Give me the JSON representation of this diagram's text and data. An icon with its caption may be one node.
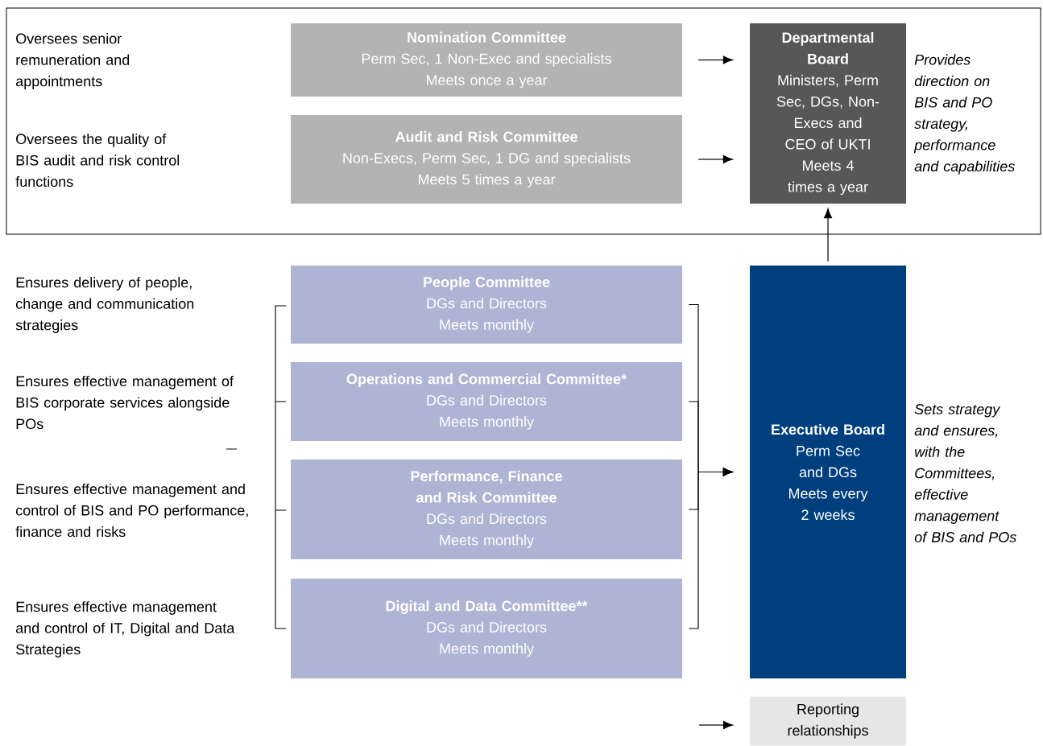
{
  "diagram": {
    "nodes": [
      {
        "text": [],
        "shape": "box"
      },
      {
        "text": [
          "Nomination Committee",
          "Perm Sec, 1 Non-Exec and specialists",
          "Meets once a year"
        ],
        "in": 0
      },
      {
        "text": [
          "Audit and Risk Committee",
          "Non-Execs, Perm Sec, 1 DG and specialists",
          "Meets 5 times a year"
        ],
        "in": 0
      },
      {
        "text": [
          "Departmental Board",
          "Ministers, Perm Sec, DGs, Non-Execs and CEO of UKTI",
          "Meets 4 times a year"
        ],
        "in": 0,
        "beside": [
          "Provides direction on BIS and PO strategy, performance and capabilities"
        ]
      },
      {
        "text": [
          "People Committee",
          "DGs and Directors",
          "Meets monthly"
        ]
      },
      {
        "text": [
          "Operations and Commercial Committee*",
          "DGs and Directors",
          "Meets monthly"
        ]
      },
      {
        "text": [
          "Performance, Finance and Risk Committee",
          "DGs and Directors",
          "Meets monthly"
        ]
      },
      {
        "text": [
          "Digital and Data Committee**",
          "DGs and Directors",
          "Meets monthly"
        ]
      },
      {
        "text": [
          "Executive Board",
          "Perm Sec and DGs",
          "Meets every 2 weeks"
        ],
        "beside": [
          "Sets strategy and ensures, with the Committees, effective management of BIS and POs"
        ]
      }
    ],
    "edges": [
      {
        "from": 1,
        "to": 3,
        "arrow": "to"
      },
      {
        "from": 2,
        "to": 3,
        "arrow": "to"
      },
      {
        "from": 8,
        "to": 3,
        "arrow": "to"
      },
      {
        "from": 4,
        "to": 8,
        "arrow": "to"
      },
      {
        "from": 5,
        "to": 8,
        "arrow": "to"
      },
      {
        "from": 6,
        "to": 8,
        "arrow": "to"
      },
      {
        "from": 7,
        "to": 8,
        "arrow": "to"
      }
    ],
    "labels": [
      "Oversees senior remuneration and appointments",
      "Oversees the quality of BIS audit and risk control functions",
      "Ensures delivery of people, change and communication strategies",
      "Ensures effective management of BIS corporate services alongside POs",
      "Ensures effective management and control of BIS and PO performance, finance and risks",
      "Ensures effective management and control of IT, Digital and Data Strategies"
    ],
    "legend": [
      {
        "text": "Reporting relationships"
      }
    ]
  }
}
